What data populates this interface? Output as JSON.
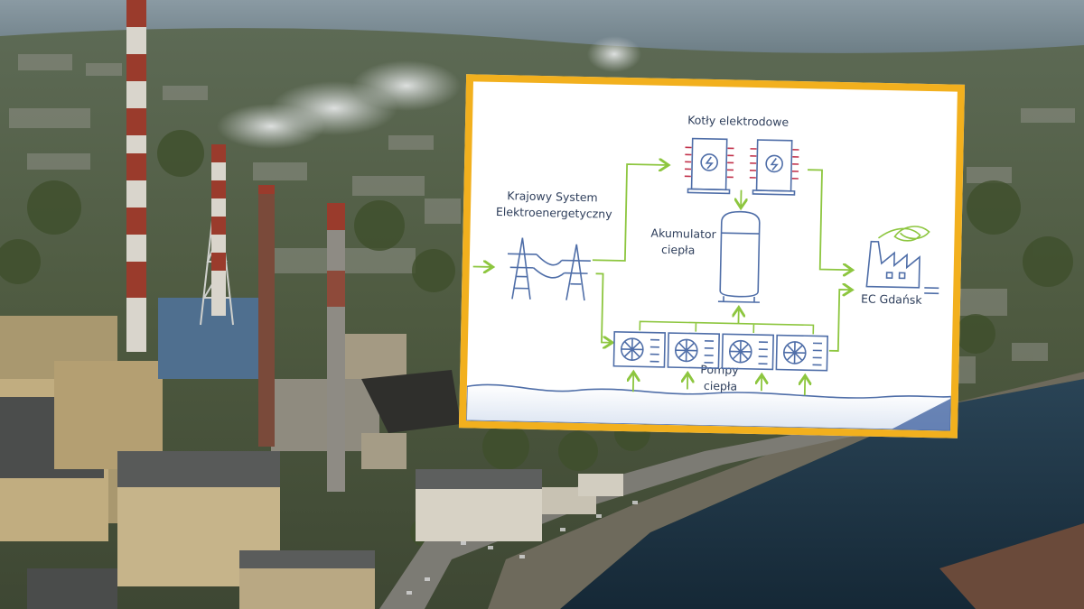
{
  "photo": {
    "subject": "",
    "colors": {
      "sky_water": "#7f8f98",
      "greenery": "#4f5d3e",
      "river": "#1d3446",
      "chimney_red": "#9a3b2c",
      "chimney_white": "#d9d5cc",
      "building": "#b7a27a",
      "smoke": "#d4d6d6"
    }
  },
  "diagram": {
    "frame_color": "#f2b01e",
    "arrow_color": "#8dc63f",
    "icon_color": "#4f6ea8",
    "labels": {
      "grid": [
        "Krajowy System",
        "Elektroenergetyczny"
      ],
      "boilers": "Kotły elektrodowe",
      "accumulator": [
        "Akumulator",
        "ciepła"
      ],
      "heat_pumps": [
        "Pompy",
        "ciepła"
      ],
      "plant": "EC Gdańsk"
    }
  }
}
